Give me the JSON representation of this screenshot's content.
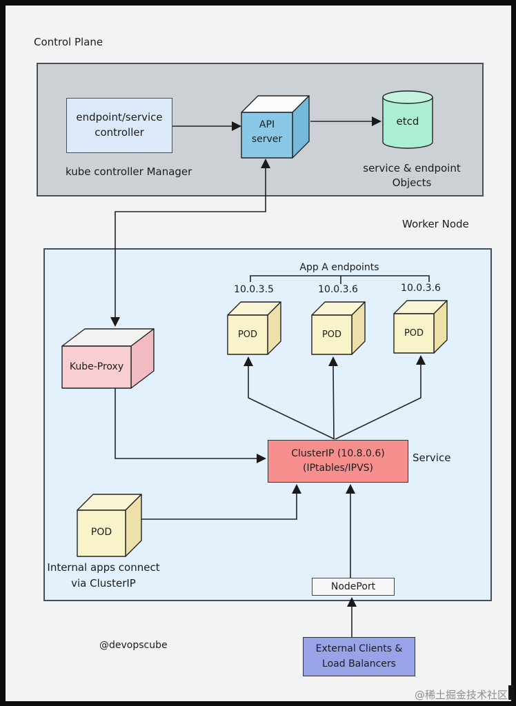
{
  "colors": {
    "frame": "#0d0d0d",
    "page_bg": "#f2f3f4",
    "control_plane_bg": "#ccd1d6",
    "worker_node_bg": "#e2f1fc",
    "controller_box_bg": "#dbe9f8",
    "api_server_front": "#89c8e6",
    "etcd_fill": "#aceed4",
    "pod_front": "#f9f3c9",
    "kube_proxy_front": "#f9ced3",
    "cluster_ip_bg": "#f78f8f",
    "nodeport_bg": "#f7f7f7",
    "external_bg": "#99a3e8",
    "line": "#222222"
  },
  "control_plane": {
    "title": "Control Plane",
    "controller": {
      "line1": "endpoint/service",
      "line2": "controller"
    },
    "manager_label": "kube controller Manager",
    "api_server": {
      "line1": "API",
      "line2": "server"
    },
    "etcd_label": "etcd",
    "objects_note": {
      "line1": "service & endpoint",
      "line2": "Objects"
    }
  },
  "worker_node": {
    "title": "Worker Node",
    "endpoints_label": "App A endpoints",
    "pods": [
      {
        "ip": "10.0.3.5",
        "label": "POD"
      },
      {
        "ip": "10.0.3.6",
        "label": "POD"
      },
      {
        "ip": "10.0.3.6",
        "label": "POD"
      }
    ],
    "kube_proxy_label": "Kube-Proxy",
    "cluster_ip": {
      "line1": "ClusterIP (10.8.0.6)",
      "line2": "(IPtables/IPVS)"
    },
    "service_label": "Service",
    "internal_pod_label": "POD",
    "internal_note": {
      "line1": "Internal apps connect",
      "line2": "via ClusterIP"
    },
    "nodeport_label": "NodePort"
  },
  "external_clients": {
    "line1": "External Clients &",
    "line2": "Load Balancers"
  },
  "credit": "@devopscube",
  "watermark": "@稀土掘金技术社区"
}
